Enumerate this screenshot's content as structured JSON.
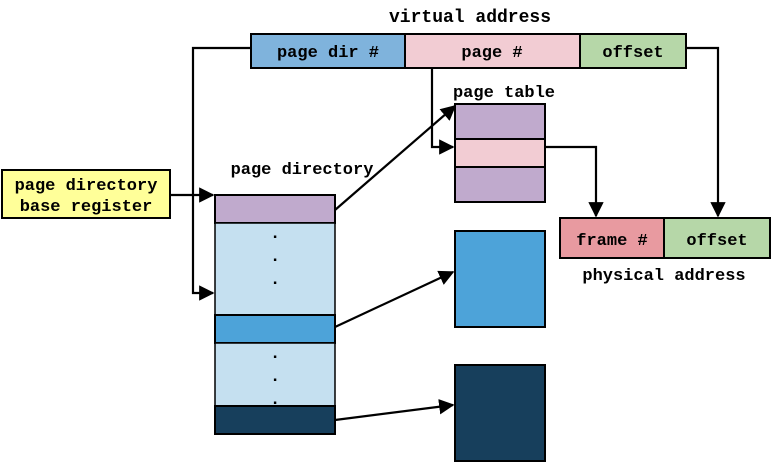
{
  "title": "virtual address",
  "virtual_address": {
    "fields": [
      "page dir #",
      "page #",
      "offset"
    ],
    "colors": [
      "#7fb3dc",
      "#f2ccd3",
      "#b6d7a8"
    ]
  },
  "page_table": {
    "label": "page table",
    "colors": [
      "#c0aacd",
      "#f2ccd3",
      "#c0aacd"
    ]
  },
  "page_directory": {
    "label": "page directory",
    "colors": {
      "top": "#c0aacd",
      "body": "#c5e0f0",
      "highlight": "#4da3d9",
      "bottom": "#173f5c"
    },
    "ellipsis": "."
  },
  "base_register": {
    "line1": "page directory",
    "line2": "base register",
    "color": "#ffff99"
  },
  "physical_address": {
    "label": "physical address",
    "fields": [
      "frame #",
      "offset"
    ],
    "colors": [
      "#e89aa0",
      "#b6d7a8"
    ]
  },
  "pages": {
    "colors": [
      "#4da3d9",
      "#173f5c"
    ]
  }
}
